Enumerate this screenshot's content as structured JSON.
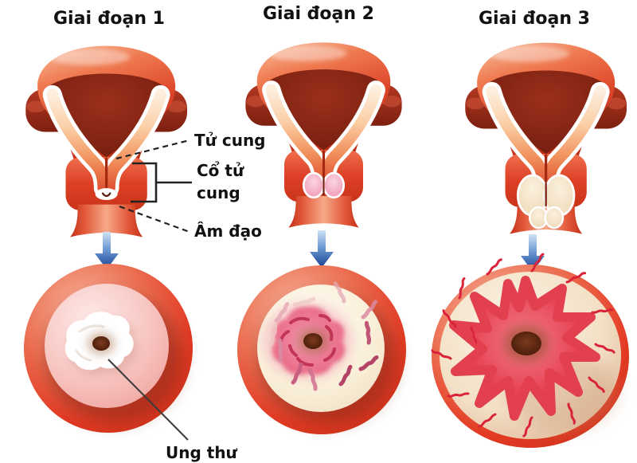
{
  "figure": {
    "type": "medical-diagram",
    "subject": "cervical cancer stages",
    "background": "#ffffff",
    "stages": [
      {
        "title": "Giai đoạn 1"
      },
      {
        "title": "Giai đoạn 2"
      },
      {
        "title": "Giai đoạn 3"
      }
    ],
    "labels": {
      "uterus": "Tử cung",
      "cervix_lines": [
        "Cổ tử",
        "cung"
      ],
      "vagina": "Âm đạo",
      "cancer": "Ung thư"
    },
    "icons": {
      "arrow": "arrow-down-icon"
    },
    "colors": {
      "deep_red": "#d93420",
      "light_salmon": "#f6b49c",
      "dark_cavity": "#8c2417",
      "endometrium_cream": "#fbcfa6",
      "inner_pink": "#f8c6c2",
      "inner_cream": "#faf0da",
      "tumor_pink": "#ee7f97",
      "tumor_red": "#e63f52",
      "lesion_white": "#ffffff",
      "os_dark": "#53240f",
      "arrow_blue": "#1d4796",
      "label_text": "#111111"
    }
  }
}
